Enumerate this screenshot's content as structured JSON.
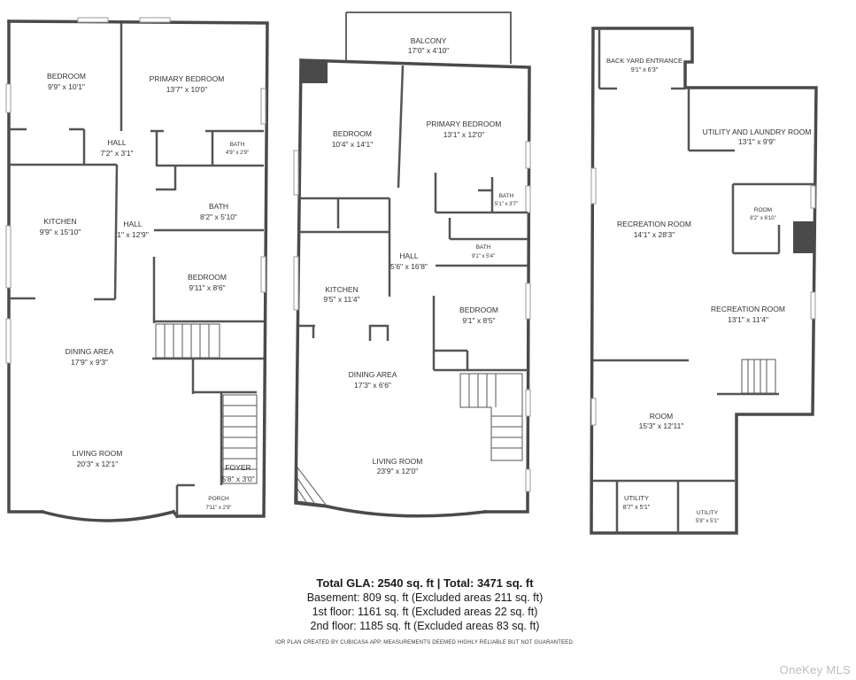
{
  "floors": {
    "left": {
      "rooms": [
        {
          "name": "BEDROOM",
          "dim": "9'9\" x 10'1\""
        },
        {
          "name": "PRIMARY BEDROOM",
          "dim": "13'7\" x 10'0\""
        },
        {
          "name": "HALL",
          "dim": "7'2\" x 3'1\""
        },
        {
          "name": "BATH",
          "dim": "4'9\" x 2'9\""
        },
        {
          "name": "BATH",
          "dim": "8'2\" x 5'10\""
        },
        {
          "name": "KITCHEN",
          "dim": "9'9\" x 15'10\""
        },
        {
          "name": "HALL",
          "dim": "1\" x 12'9\""
        },
        {
          "name": "BEDROOM",
          "dim": "9'11\" x 8'6\""
        },
        {
          "name": "DINING AREA",
          "dim": "17'9\" x 9'3\""
        },
        {
          "name": "LIVING ROOM",
          "dim": "20'3\" x 12'1\""
        },
        {
          "name": "FOYER",
          "dim": "5'8\" x 3'0\""
        },
        {
          "name": "PORCH",
          "dim": "7'11\" x 2'9\""
        }
      ]
    },
    "middle": {
      "rooms": [
        {
          "name": "BALCONY",
          "dim": "17'0\" x 4'10\""
        },
        {
          "name": "BEDROOM",
          "dim": "10'4\" x 14'1\""
        },
        {
          "name": "PRIMARY BEDROOM",
          "dim": "13'1\" x 12'0\""
        },
        {
          "name": "BATH",
          "dim": "5'1\" x 3'7\""
        },
        {
          "name": "BATH",
          "dim": "9'1\" x 5'4\""
        },
        {
          "name": "HALL",
          "dim": "5'6\" x 16'8\""
        },
        {
          "name": "KITCHEN",
          "dim": "9'5\" x 11'4\""
        },
        {
          "name": "BEDROOM",
          "dim": "9'1\" x 8'5\""
        },
        {
          "name": "DINING AREA",
          "dim": "17'3\" x 6'6\""
        },
        {
          "name": "LIVING ROOM",
          "dim": "23'9\" x 12'0\""
        }
      ]
    },
    "right": {
      "rooms": [
        {
          "name": "BACK YARD ENTRANCE",
          "dim": "9'1\" x 6'3\""
        },
        {
          "name": "UTILITY AND LAUNDRY ROOM",
          "dim": "13'1\" x 9'9\""
        },
        {
          "name": "ROOM",
          "dim": "8'2\" x 6'10\""
        },
        {
          "name": "RECREATION ROOM",
          "dim": "14'1\" x 28'3\""
        },
        {
          "name": "RECREATION ROOM",
          "dim": "13'1\" x 11'4\""
        },
        {
          "name": "ROOM",
          "dim": "15'3\" x 12'11\""
        },
        {
          "name": "UTILITY",
          "dim": "8'7\" x 5'1\""
        },
        {
          "name": "UTILITY",
          "dim": "5'8\" x 5'1\""
        }
      ]
    }
  },
  "summary": {
    "total": "Total GLA: 2540 sq. ft | Total: 3471 sq. ft",
    "basement": "Basement: 809 sq. ft (Excluded areas 211 sq. ft)",
    "first": "1st floor: 1161 sq. ft (Excluded areas 22 sq. ft)",
    "second": "2nd floor: 1185 sq. ft (Excluded areas 83 sq. ft)",
    "credit": "IOR PLAN CREATED BY CUBICASA APP. MEASUREMENTS DEEMED HIGHLY RELIABLE BUT NOT GUARANTEED."
  },
  "watermark": "OneKey MLS"
}
